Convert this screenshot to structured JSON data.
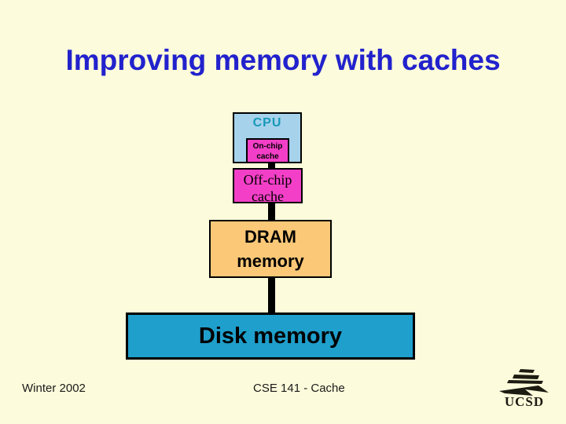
{
  "slide": {
    "title": "Improving memory with caches"
  },
  "diagram": {
    "cpu": {
      "label": "CPU"
    },
    "onchip": {
      "line1": "On-chip",
      "line2": "cache"
    },
    "offchip": {
      "line1": "Off-chip",
      "line2": "cache"
    },
    "dram": {
      "line1": "DRAM",
      "line2": "memory"
    },
    "disk": {
      "label": "Disk memory"
    }
  },
  "footer": {
    "date": "Winter 2002",
    "course": "CSE 141 - Cache"
  },
  "logo": {
    "icon": "geisel-library-icon",
    "label": "UCSD"
  },
  "colors": {
    "background": "#FCFBDB",
    "title_text": "#2222CD",
    "cpu_fill": "#A6D2EC",
    "cpu_text": "#1899B8",
    "cache_fill": "#F33FC7",
    "dram_fill": "#FBC877",
    "disk_fill": "#1F9FCB",
    "connector": "#000000"
  }
}
